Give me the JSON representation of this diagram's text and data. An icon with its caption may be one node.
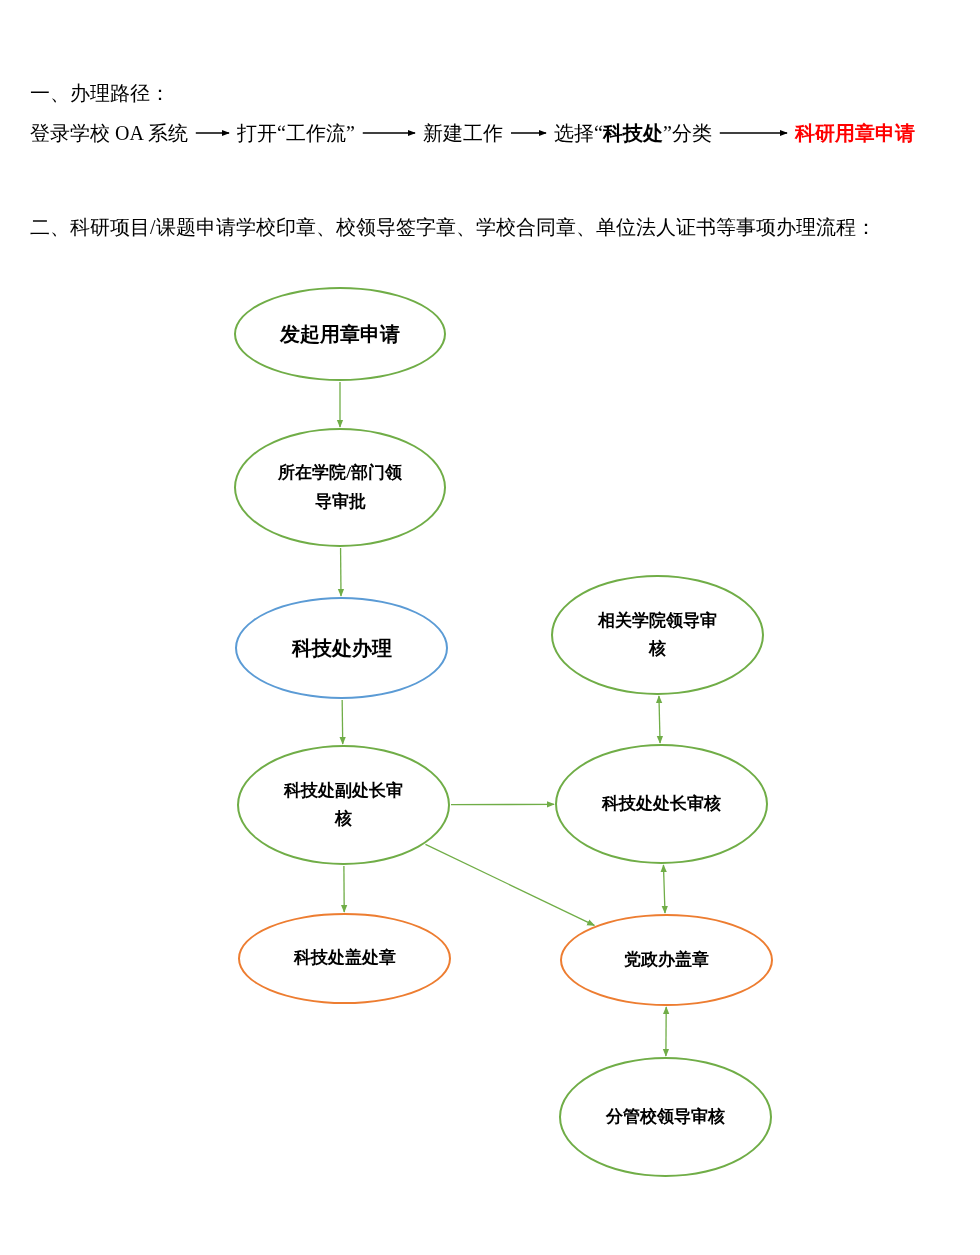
{
  "diagram": {
    "nodes": [
      {
        "text": [
          "登录学校 OA 系统"
        ]
      },
      {
        "text": [
          "打开“工作流”"
        ]
      },
      {
        "text": [
          "新建工作"
        ]
      },
      {
        "text": [
          "选择“**科技处**”分类"
        ]
      },
      {
        "text": [
          "科研用章申请"
        ]
      },
      {
        "text": [
          "发起用章申请"
        ]
      },
      {
        "text": [
          "所在学院/部门领导审批"
        ]
      },
      {
        "text": [
          "科技处办理"
        ]
      },
      {
        "text": [
          "相关学院领导审核"
        ]
      },
      {
        "text": [
          "科技处副处长审核"
        ]
      },
      {
        "text": [
          "科技处处长审核"
        ]
      },
      {
        "text": [
          "科技处盖处章"
        ]
      },
      {
        "text": [
          "党政办盖章"
        ]
      },
      {
        "text": [
          "分管校领导审核"
        ]
      }
    ],
    "edges": [
      {
        "from": 0,
        "to": 1,
        "arrow": "to",
        "color": "#000000"
      },
      {
        "from": 1,
        "to": 2,
        "arrow": "to",
        "color": "#000000"
      },
      {
        "from": 2,
        "to": 3,
        "arrow": "to",
        "color": "#000000"
      },
      {
        "from": 3,
        "to": 4,
        "arrow": "to",
        "color": "#000000"
      },
      {
        "from": 5,
        "to": 6,
        "arrow": "to"
      },
      {
        "from": 6,
        "to": 7,
        "arrow": "to"
      },
      {
        "from": 7,
        "to": 9,
        "arrow": "to"
      },
      {
        "from": 8,
        "to": 10,
        "arrow": "both"
      },
      {
        "from": 9,
        "to": 10,
        "arrow": "to"
      },
      {
        "from": 9,
        "to": 11,
        "arrow": "to"
      },
      {
        "from": 9,
        "to": 12,
        "arrow": "to"
      },
      {
        "from": 10,
        "to": 12,
        "arrow": "both"
      },
      {
        "from": 12,
        "to": 13,
        "arrow": "both"
      }
    ],
    "labels": [
      "一、办理路径：",
      "二、科研项目/课题申请学校印章、校领导签字章、学校合同章、单位法人证书等事项办理流程："
    ]
  }
}
